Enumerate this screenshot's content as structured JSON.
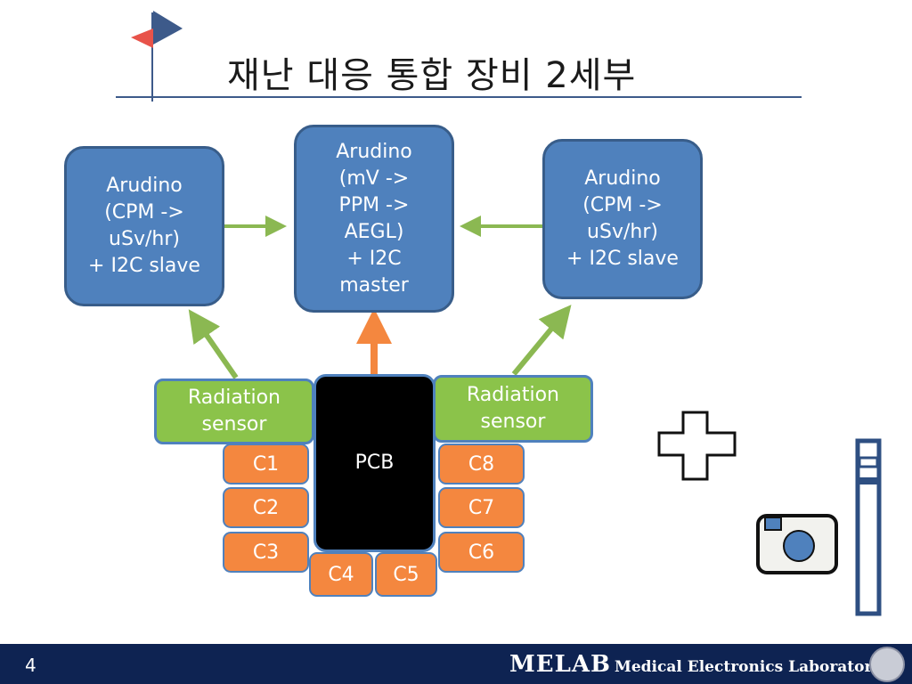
{
  "slide": {
    "title": "재난 대응 통합 장비 2세부",
    "page_number": "4",
    "footer_brand": "MELAB",
    "footer_subtitle": "Medical Electronics Laboratory"
  },
  "diagram": {
    "arduino_left": "Arudino\n(CPM ->\nuSv/hr)\n+ I2C slave",
    "arduino_center": "Arudino\n(mV ->\nPPM ->\nAEGL)\n+ I2C\nmaster",
    "arduino_right": "Arudino\n(CPM ->\nuSv/hr)\n+ I2C slave",
    "sensor_left": "Radiation\nsensor",
    "sensor_right": "Radiation\nsensor",
    "pcb": "PCB",
    "connectors": {
      "c1": "C1",
      "c2": "C2",
      "c3": "C3",
      "c4": "C4",
      "c5": "C5",
      "c6": "C6",
      "c7": "C7",
      "c8": "C8"
    }
  },
  "colors": {
    "arduino_fill": "#4f81bd",
    "sensor_fill": "#8bc34a",
    "connector_fill": "#f4873f",
    "pcb_fill": "#000000",
    "arrow_green": "#8bb852",
    "arrow_orange": "#f4873f",
    "footer_bg": "#0e2352"
  },
  "icons": [
    "flag-icon",
    "medical-cross-icon",
    "camera-icon",
    "thermometer-icon",
    "university-seal-icon"
  ]
}
